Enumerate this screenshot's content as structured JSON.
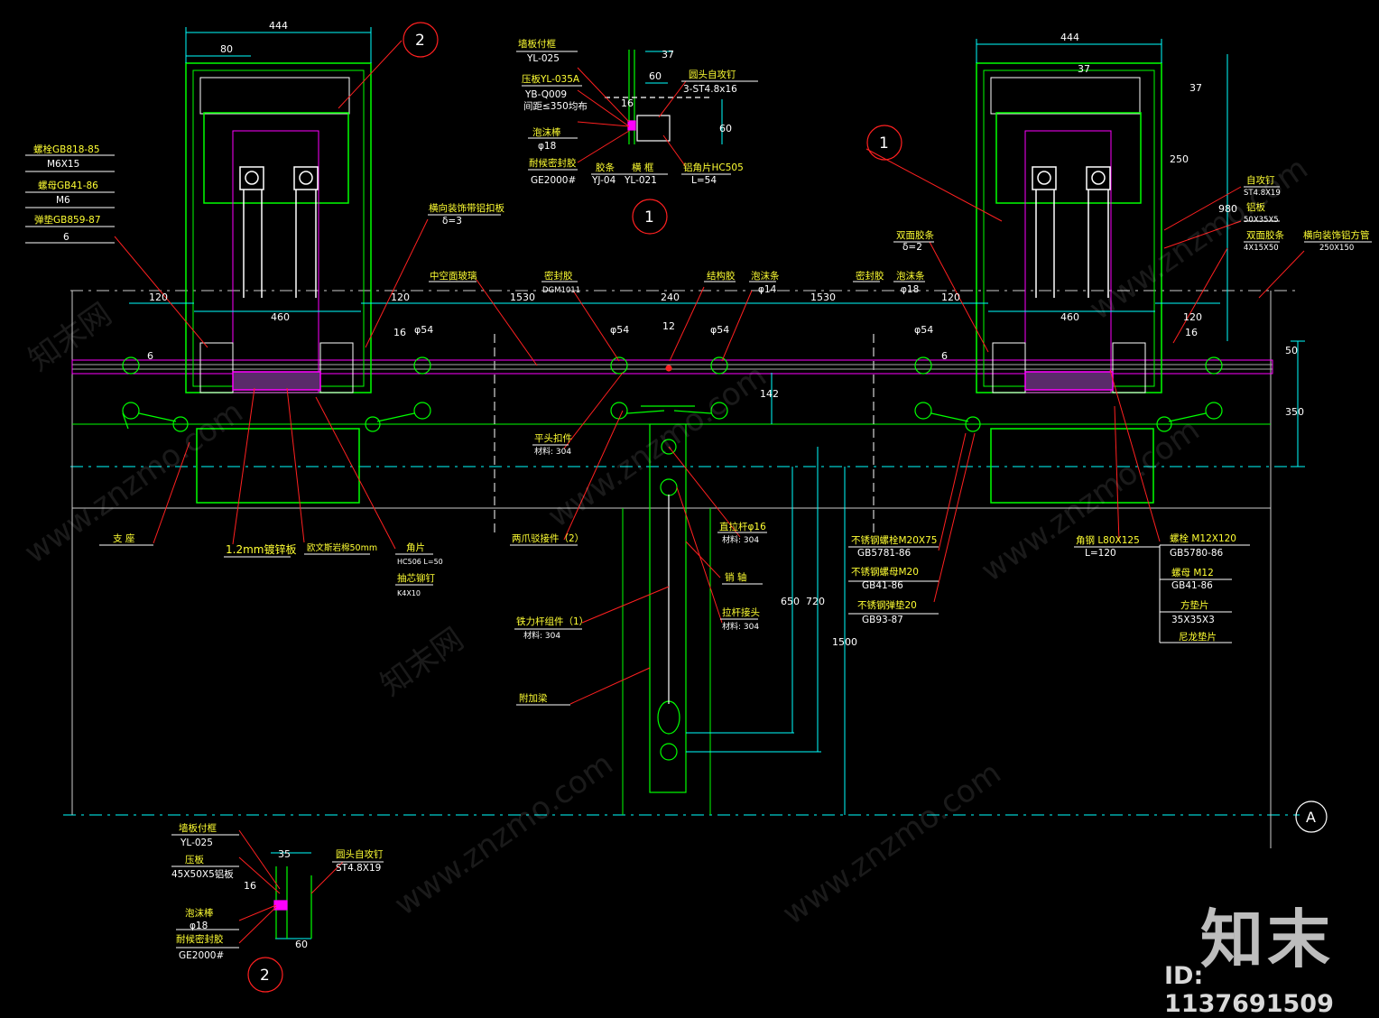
{
  "colors": {
    "background": "#000000",
    "frame_green": "#00ff00",
    "dim_cyan": "#00ffff",
    "leader_red": "#ff2020",
    "text_white": "#ffffff",
    "text_yellow": "#ffff33",
    "magenta": "#ff00ff",
    "steel_gray": "#aaaaaa"
  },
  "watermark": {
    "text": "www.znzmo.com",
    "text_cn": "知末网",
    "logo": "知末",
    "id_label": "ID: 1137691509"
  },
  "section_markers": {
    "m2_top": "2",
    "m1_mid": "1",
    "m1_right": "1",
    "m2_bottom": "2",
    "axis_a": "A"
  },
  "dimensions": {
    "left_box_width": "444",
    "left_box_80": "80",
    "right_box_width": "444",
    "right_37a": "37",
    "right_37b": "37",
    "right_250": "250",
    "right_980": "980",
    "left_120a": "120",
    "left_120b": "120",
    "left_460": "460",
    "right_460": "460",
    "right_120a": "120",
    "right_120b": "120",
    "span_1530_left": "1530",
    "span_240": "240",
    "span_1530_right": "1530",
    "phi54_a": "φ54",
    "phi54_b": "φ54",
    "phi54_c": "φ54",
    "phi54_d": "φ54",
    "dim_12": "12",
    "dim_6_left": "6",
    "dim_16_left": "16",
    "dim_6_right": "6",
    "dim_16_right": "16",
    "dim_142": "142",
    "dim_50": "50",
    "dim_350": "350",
    "dim_650": "650",
    "dim_720": "720",
    "dim_1500": "1500",
    "detail1_37": "37",
    "detail1_60a": "60",
    "detail1_60b": "60",
    "detail1_16": "16",
    "detail2_35": "35",
    "detail2_16": "16",
    "detail2_60": "60"
  },
  "labels_left": {
    "bolt": "螺栓GB818-85",
    "bolt_spec": "M6X15",
    "nut": "螺母GB41-86",
    "nut_spec": "M6",
    "washer": "弹垫GB859-87",
    "washer_spec": "6",
    "deco_plate": "横向装饰带铝扣板",
    "deco_plate_spec": "δ=3",
    "support": "支 座",
    "galv_plate": "1.2mm镀锌板",
    "rockwool": "欧文斯岩棉50mm",
    "angle": "角片",
    "angle_spec": "HC506 L=50",
    "rivet": "抽芯铆钉",
    "rivet_spec": "K4X10"
  },
  "labels_center": {
    "hollow_glass": "中空面玻璃",
    "sealant": "密封胶",
    "sealant_spec": "DGM1011",
    "struct_glue": "结构胶",
    "foam": "泡沫条",
    "foam_spec": "φ14",
    "flat_head": "平头扣件",
    "flat_head_mat": "材料: 304",
    "claw": "两爪驳接件（2）",
    "rod": "直拉杆φ16",
    "rod_mat": "材料: 304",
    "pin": "销 轴",
    "tie_head": "拉杆接头",
    "tie_head_mat": "材料: 304",
    "truss": "铁力杆组件（1）",
    "truss_mat": "材料: 304",
    "extra_beam": "附加梁"
  },
  "labels_detail1": {
    "wall_frame": "墙板付框",
    "wall_frame_spec": "YL-025",
    "press_plate": "压板YL-035A",
    "press_spec1": "YB-Q009",
    "press_spec2": "间距≤350均布",
    "foam_rod": "泡沫棒",
    "foam_rod_spec": "φ18",
    "weather_seal": "耐候密封胶",
    "weather_seal_spec": "GE2000#",
    "rubber": "胶条",
    "rubber_spec": "YJ-04",
    "mullion": "横 框",
    "mullion_spec": "YL-021",
    "screw": "圆头自攻钉",
    "screw_spec": "3-ST4.8x16",
    "al_angle": "铝角片HC505",
    "al_angle_spec": "L=54"
  },
  "labels_right": {
    "seal": "密封胶",
    "foam": "泡沫条",
    "foam_spec": "φ18",
    "double_tape": "双面胶条",
    "double_tape_spec": "δ=2",
    "self_screw": "自攻钉",
    "self_screw_spec": "ST4.8X19",
    "al_plate": "铝板",
    "al_plate_spec": "50X35X5",
    "dbl_tape2": "双面胶条",
    "dbl_tape2_spec": "4X15X50",
    "deco_tube": "横向装饰铝方管",
    "deco_tube_spec": "250X150",
    "ss_bolt": "不锈钢螺栓M20X75",
    "ss_bolt_spec": "GB5781-86",
    "ss_nut": "不锈钢螺母M20",
    "ss_nut_spec": "GB41-86",
    "ss_washer": "不锈钢弹垫20",
    "ss_washer_spec": "GB93-87",
    "angle_steel": "角钢 L80X125",
    "angle_steel_spec": "L=120",
    "bolt": "螺栓 M12X120",
    "bolt_spec": "GB5780-86",
    "nut": "螺母 M12",
    "nut_spec": "GB41-86",
    "pad": "方垫片",
    "pad_spec": "35X35X3",
    "nylon": "尼龙垫片"
  },
  "labels_detail2": {
    "wall_frame": "墙板付框",
    "wall_frame_spec": "YL-025",
    "press": "压板",
    "press_spec": "45X50X5铝板",
    "foam_rod": "泡沫棒",
    "foam_rod_spec": "φ18",
    "weather_seal": "耐候密封胶",
    "weather_seal_spec": "GE2000#",
    "screw": "圆头自攻钉",
    "screw_spec": "ST4.8X19"
  }
}
